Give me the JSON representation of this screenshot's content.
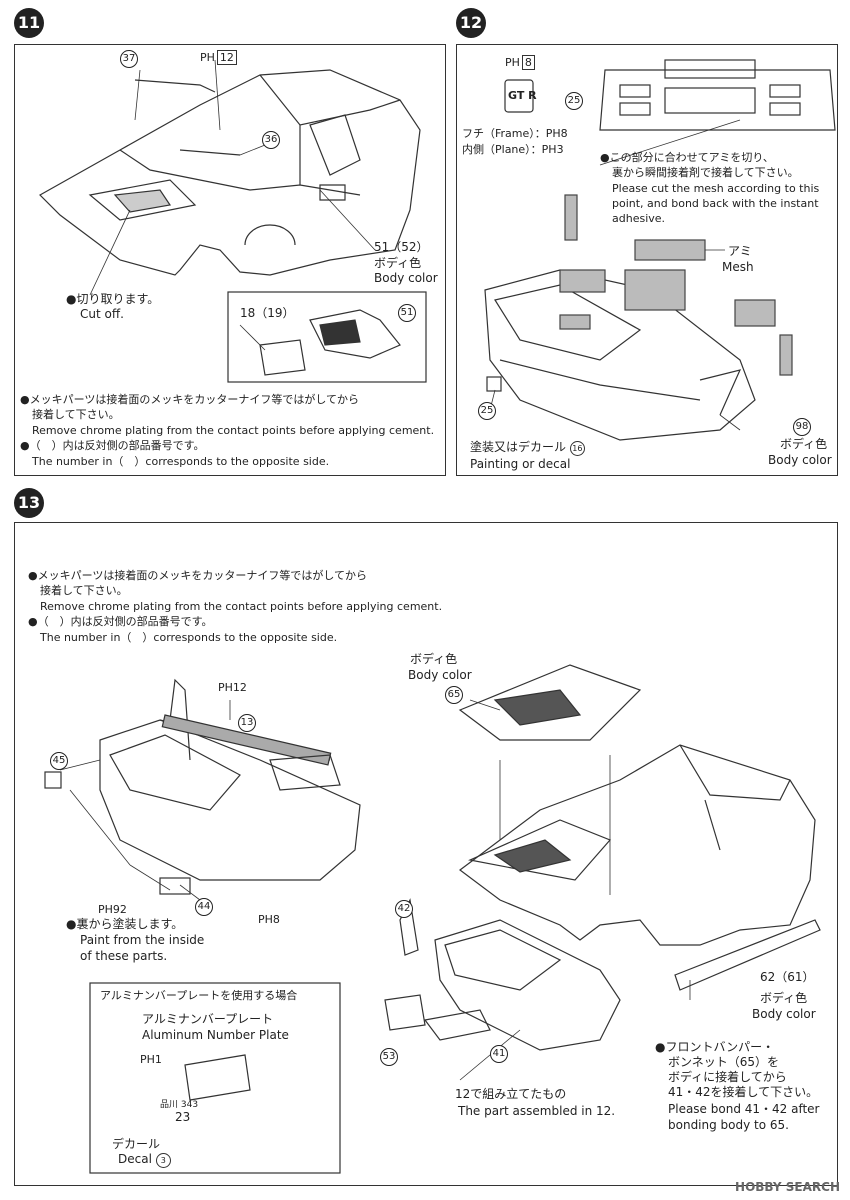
{
  "step11": {
    "number": "11",
    "part_37": "37",
    "part_36": "36",
    "ph_label": "PH",
    "ph_num": "12",
    "part_51_52": "51（52）",
    "body_color_jp": "ボディ色",
    "body_color_en": "Body color",
    "cut_off_jp": "●切り取ります。",
    "cut_off_en": "Cut off.",
    "inset_18_19": "18（19）",
    "inset_51": "51",
    "note1_jp": "●メッキパーツは接着面のメッキをカッターナイフ等ではがしてから",
    "note1_jp2": "接着して下さい。",
    "note1_en": "Remove chrome plating from the contact points before applying cement.",
    "note2_jp": "●（　）内は反対側の部品番号です。",
    "note2_en": "The number in（　）corresponds to the opposite side."
  },
  "step12": {
    "number": "12",
    "ph_label": "PH",
    "ph_num": "8",
    "gt_r_label": "GT R",
    "part_25": "25",
    "frame_line": "フチ（Frame）：PH8",
    "plane_line": "内側（Plane）：PH3",
    "mesh_note_jp1": "●この部分に合わせてアミを切り、",
    "mesh_note_jp2": "裏から瞬間接着剤で接着して下さい。",
    "mesh_note_en1": "Please cut the mesh according to this",
    "mesh_note_en2": "point, and bond back with the instant",
    "mesh_note_en3": "adhesive.",
    "mesh_jp": "アミ",
    "mesh_en": "Mesh",
    "part_25b": "25",
    "paint_jp": "塗装又はデカール",
    "paint_en": "Painting or decal",
    "decal_num": "16",
    "part_98": "98",
    "body_color_jp": "ボディ色",
    "body_color_en": "Body color"
  },
  "step13": {
    "number": "13",
    "note1_jp": "●メッキパーツは接着面のメッキをカッターナイフ等ではがしてから",
    "note1_jp2": "接着して下さい。",
    "note1_en": "Remove chrome plating from the contact points before applying cement.",
    "note2_jp": "●（　）内は反対側の部品番号です。",
    "note2_en": "The number in（　）corresponds to the opposite side.",
    "ph12": "PH12",
    "part_13": "13",
    "part_45": "45",
    "part_44": "44",
    "ph92": "PH92",
    "ph8": "PH8",
    "paint_inside_jp": "●裏から塗装します。",
    "paint_inside_en1": "Paint from the inside",
    "paint_inside_en2": "of these parts.",
    "body_color_jp": "ボディ色",
    "body_color_en": "Body color",
    "part_65": "65",
    "part_42": "42",
    "part_53": "53",
    "part_41": "41",
    "part_62_61": "62（61）",
    "body_color2_jp": "ボディ色",
    "body_color2_en": "Body color",
    "assembled_jp": "12で組み立てたもの",
    "assembled_en": "The part assembled in 12.",
    "bond_jp1": "●フロントバンパー・",
    "bond_jp2": "ボンネット（65）を",
    "bond_jp3": "ボディに接着してから",
    "bond_jp4": "41・42を接着して下さい。",
    "bond_en1": "Please bond 41・42 after",
    "bond_en2": "bonding body to 65.",
    "plate_box_title": "アルミナンバープレートを使用する場合",
    "plate_jp": "アルミナンバープレート",
    "plate_en": "Aluminum Number Plate",
    "ph1": "PH1",
    "plate_text1": "品川 343",
    "plate_text2": "23",
    "decal_jp": "デカール",
    "decal_en": "Decal",
    "decal_num": "3"
  },
  "watermark": "HOBBY SEARCH"
}
